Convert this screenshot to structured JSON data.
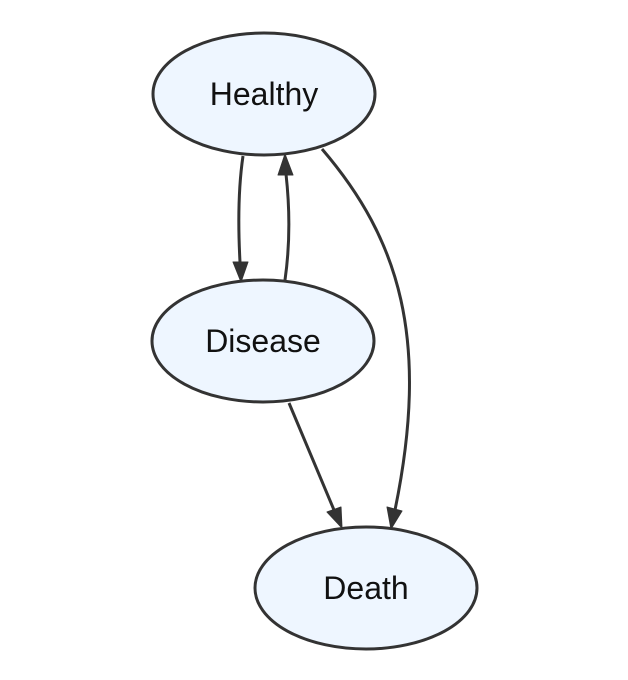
{
  "diagram": {
    "node_fill": "#eef6ff",
    "stroke_color": "#333333",
    "nodes": {
      "healthy": {
        "label": "Healthy"
      },
      "disease": {
        "label": "Disease"
      },
      "death": {
        "label": "Death"
      }
    },
    "edges": [
      {
        "from": "Healthy",
        "to": "Disease"
      },
      {
        "from": "Disease",
        "to": "Healthy"
      },
      {
        "from": "Healthy",
        "to": "Death"
      },
      {
        "from": "Disease",
        "to": "Death"
      }
    ]
  }
}
